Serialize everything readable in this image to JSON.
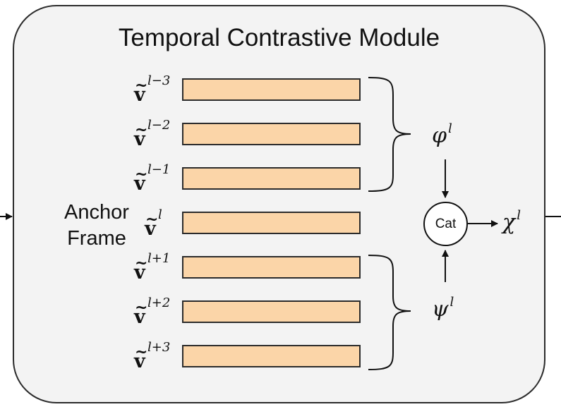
{
  "diagram": {
    "title": "Temporal Contrastive Module",
    "anchor_label": [
      "Anchor",
      "Frame"
    ],
    "rows": [
      {
        "symbol": "v",
        "superscript": "l−3"
      },
      {
        "symbol": "v",
        "superscript": "l−2"
      },
      {
        "symbol": "v",
        "superscript": "l−1"
      },
      {
        "symbol": "v",
        "superscript": "l"
      },
      {
        "symbol": "v",
        "superscript": "l+1"
      },
      {
        "symbol": "v",
        "superscript": "l+2"
      },
      {
        "symbol": "v",
        "superscript": "l+3"
      }
    ],
    "past_group": {
      "symbol": "φ",
      "superscript": "l"
    },
    "future_group": {
      "symbol": "ψ",
      "superscript": "l"
    },
    "concat_node": {
      "label": "Cat"
    },
    "output": {
      "symbol": "χ",
      "superscript": "l"
    },
    "colors": {
      "module_fill": "#f3f3f3",
      "bar_fill": "#fbd5a8",
      "stroke": "#2b2b2b"
    }
  }
}
